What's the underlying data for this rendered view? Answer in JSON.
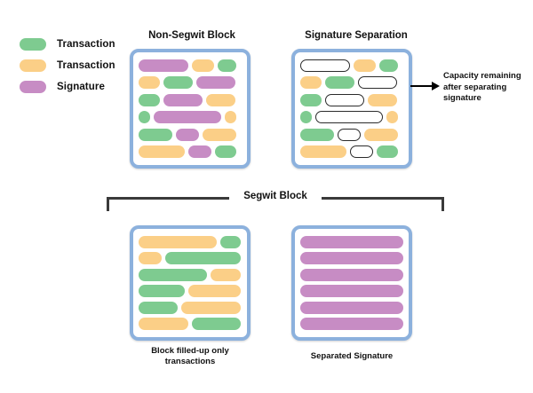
{
  "legend": {
    "items": [
      {
        "label": "Transaction",
        "color": "#7ecb90",
        "swatch_name": "legend-swatch-green"
      },
      {
        "label": "Transaction",
        "color": "#fbcf87",
        "swatch_name": "legend-swatch-orange"
      },
      {
        "label": "Signature",
        "color": "#c78cc4",
        "swatch_name": "legend-swatch-purple"
      }
    ]
  },
  "titles": {
    "non_segwit": "Non-Segwit Block",
    "signature_separation": "Signature Separation",
    "segwit_block": "Segwit Block"
  },
  "annotation": {
    "text": "Capacity remaining after separating signature"
  },
  "captions": {
    "bottom_left": "Block filled-up only transactions",
    "bottom_right": "Separated Signature"
  },
  "colors": {
    "transaction_green": "#7ecb90",
    "transaction_orange": "#fbcf87",
    "signature_purple": "#c78cc4",
    "block_border_blue": "#8cb1dd",
    "separated_outline": "#2b2b2b",
    "block_fill": "#ffffff",
    "background": "#ffffff"
  },
  "blocks": {
    "non_segwit": {
      "rows": [
        [
          {
            "type": "signature",
            "w": 48
          },
          {
            "type": "transaction-orange",
            "w": 22
          },
          {
            "type": "transaction-green",
            "w": 18
          }
        ],
        [
          {
            "type": "transaction-orange",
            "w": 21
          },
          {
            "type": "transaction-green",
            "w": 28
          },
          {
            "type": "signature",
            "w": 38
          }
        ],
        [
          {
            "type": "transaction-green",
            "w": 21
          },
          {
            "type": "signature",
            "w": 38
          },
          {
            "type": "transaction-orange",
            "w": 28
          }
        ],
        [
          {
            "type": "transaction-green",
            "w": 11
          },
          {
            "type": "signature",
            "w": 66
          },
          {
            "type": "transaction-orange",
            "w": 11
          }
        ],
        [
          {
            "type": "transaction-green",
            "w": 33
          },
          {
            "type": "signature",
            "w": 22
          },
          {
            "type": "transaction-orange",
            "w": 33
          }
        ],
        [
          {
            "type": "transaction-orange",
            "w": 45
          },
          {
            "type": "signature",
            "w": 22
          },
          {
            "type": "transaction-green",
            "w": 21
          }
        ]
      ]
    },
    "signature_separation": {
      "rows": [
        [
          {
            "type": "separated",
            "w": 48
          },
          {
            "type": "transaction-orange",
            "w": 22
          },
          {
            "type": "transaction-green",
            "w": 18
          }
        ],
        [
          {
            "type": "transaction-orange",
            "w": 21
          },
          {
            "type": "transaction-green",
            "w": 28
          },
          {
            "type": "separated",
            "w": 38
          }
        ],
        [
          {
            "type": "transaction-green",
            "w": 21
          },
          {
            "type": "separated",
            "w": 38
          },
          {
            "type": "transaction-orange",
            "w": 28
          }
        ],
        [
          {
            "type": "transaction-green",
            "w": 11
          },
          {
            "type": "separated",
            "w": 66
          },
          {
            "type": "transaction-orange",
            "w": 11
          }
        ],
        [
          {
            "type": "transaction-green",
            "w": 33
          },
          {
            "type": "separated",
            "w": 22
          },
          {
            "type": "transaction-orange",
            "w": 33
          }
        ],
        [
          {
            "type": "transaction-orange",
            "w": 45
          },
          {
            "type": "separated",
            "w": 22
          },
          {
            "type": "transaction-green",
            "w": 21
          }
        ]
      ]
    },
    "segwit_transactions": {
      "rows": [
        [
          {
            "type": "transaction-orange",
            "w": 76
          },
          {
            "type": "transaction-green",
            "w": 20
          }
        ],
        [
          {
            "type": "transaction-orange",
            "w": 22
          },
          {
            "type": "transaction-green",
            "w": 74
          }
        ],
        [
          {
            "type": "transaction-green",
            "w": 66
          },
          {
            "type": "transaction-orange",
            "w": 30
          }
        ],
        [
          {
            "type": "transaction-green",
            "w": 45
          },
          {
            "type": "transaction-orange",
            "w": 51
          }
        ],
        [
          {
            "type": "transaction-green",
            "w": 38
          },
          {
            "type": "transaction-orange",
            "w": 58
          }
        ],
        [
          {
            "type": "transaction-orange",
            "w": 48
          },
          {
            "type": "transaction-green",
            "w": 48
          }
        ]
      ]
    },
    "separated_signature": {
      "rows": [
        [
          {
            "type": "signature",
            "w": 100
          }
        ],
        [
          {
            "type": "signature",
            "w": 100
          }
        ],
        [
          {
            "type": "signature",
            "w": 100
          }
        ],
        [
          {
            "type": "signature",
            "w": 100
          }
        ],
        [
          {
            "type": "signature",
            "w": 100
          }
        ],
        [
          {
            "type": "signature",
            "w": 100
          }
        ]
      ]
    }
  }
}
